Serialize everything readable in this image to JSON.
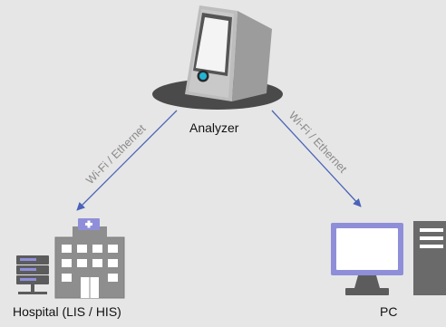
{
  "nodes": {
    "analyzer": {
      "label": "Analyzer",
      "icon": "analyzer-device-icon"
    },
    "hospital": {
      "label": "Hospital (LIS / HIS)",
      "icon": "hospital-building-icon"
    },
    "pc": {
      "label": "PC",
      "icon": "desktop-computer-icon"
    }
  },
  "links": {
    "analyzer_to_hospital": {
      "label": "Wi-Fi / Ethernet"
    },
    "analyzer_to_pc": {
      "label": "Wi-Fi / Ethernet"
    }
  },
  "colors": {
    "background": "#e6e6e6",
    "link_line": "#4a63b8",
    "accent_purple": "#8f8fd9",
    "device_gray": "#8e8e8e",
    "platform_dark": "#4a4a4a",
    "screen_cyan": "#22b4d6"
  }
}
